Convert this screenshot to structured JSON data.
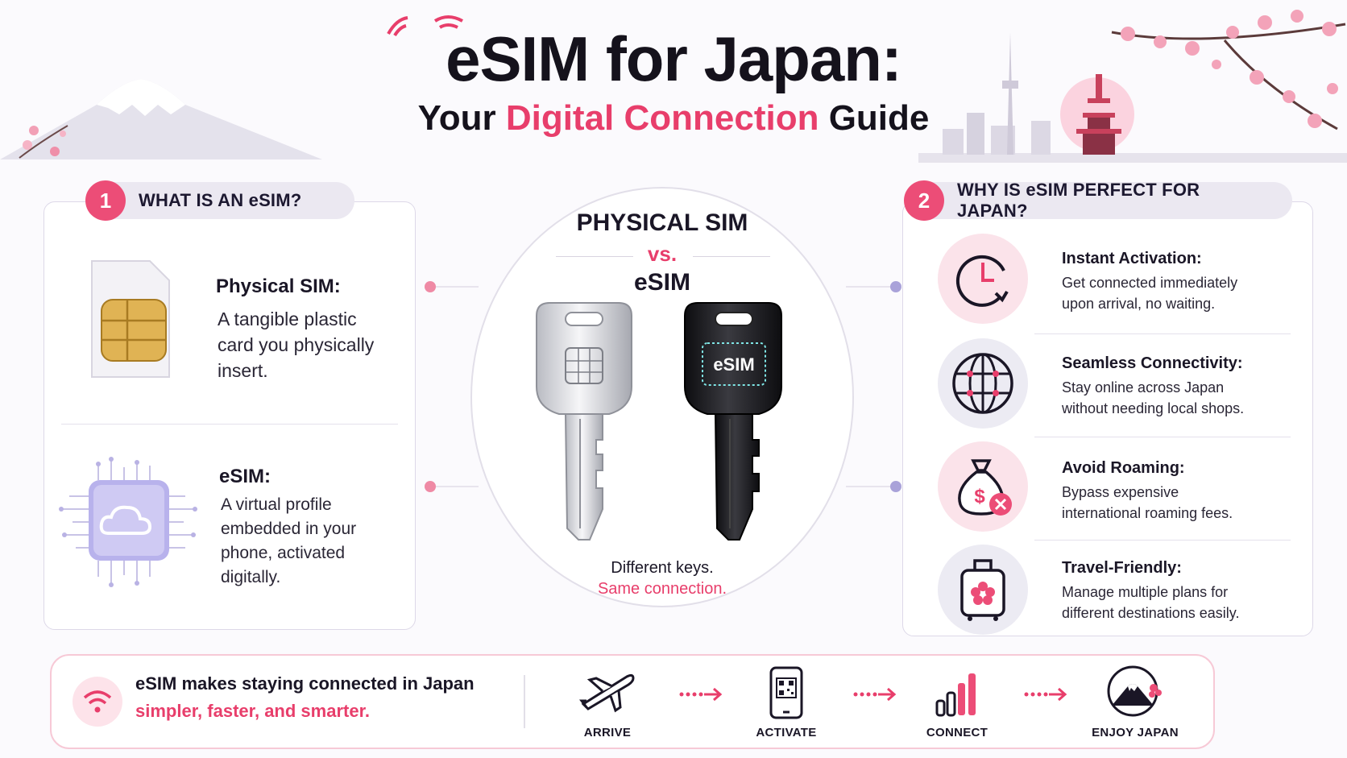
{
  "header": {
    "title": "eSIM for Japan:",
    "subtitle_prefix": "Your",
    "subtitle_accent": "Digital Connection",
    "subtitle_suffix": "Guide"
  },
  "section1": {
    "number": "1",
    "heading": "WHAT IS AN eSIM?",
    "items": [
      {
        "title": "Physical SIM:",
        "lines": [
          "A tangible plastic",
          "card you physically",
          "insert."
        ]
      },
      {
        "title": "eSIM:",
        "lines": [
          "A virtual profile",
          "embedded in your",
          "phone, activated",
          "digitally."
        ]
      }
    ]
  },
  "center": {
    "top": "PHYSICAL SIM",
    "vs": "vs.",
    "bottom": "eSIM",
    "key_label": "eSIM",
    "caption_1": "Different keys.",
    "caption_2": "Same connection."
  },
  "section2": {
    "number": "2",
    "heading": "WHY IS eSIM PERFECT FOR JAPAN?",
    "items": [
      {
        "icon": "clock-icon",
        "title": "Instant Activation:",
        "lines": [
          "Get connected immediately",
          "upon arrival, no waiting."
        ]
      },
      {
        "icon": "globe-icon",
        "title": "Seamless Connectivity:",
        "lines": [
          "Stay online across Japan",
          "without needing local shops."
        ]
      },
      {
        "icon": "money-bag-icon",
        "title": "Avoid Roaming:",
        "lines": [
          "Bypass expensive",
          "international roaming fees."
        ]
      },
      {
        "icon": "suitcase-icon",
        "title": "Travel-Friendly:",
        "lines": [
          "Manage multiple plans for",
          "different destinations easily."
        ]
      }
    ]
  },
  "footer": {
    "line1": "eSIM makes staying connected in Japan",
    "line2": "simpler, faster, and smarter.",
    "steps": [
      "ARRIVE",
      "ACTIVATE",
      "CONNECT",
      "ENJOY JAPAN"
    ]
  },
  "colors": {
    "accent": "#e83e6b",
    "pink": "#ec4d77",
    "lavender": "#a9a2d9",
    "dark": "#15121c"
  }
}
